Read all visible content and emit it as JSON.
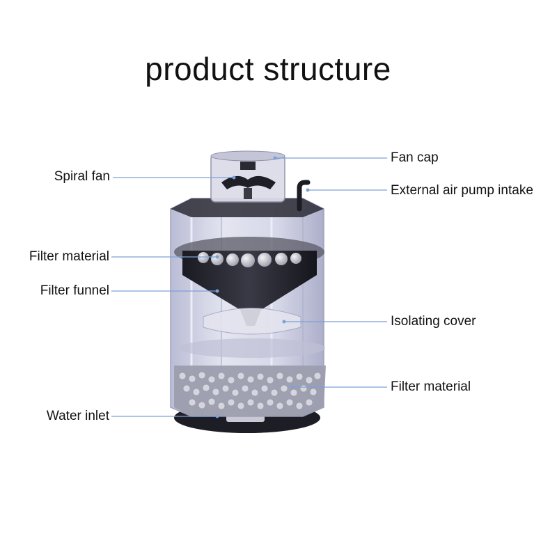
{
  "title": "product structure",
  "callouts": {
    "spiral_fan": "Spiral fan",
    "fan_cap": "Fan cap",
    "external_air_pump_intake": "External air pump intake",
    "filter_material_top": "Filter material",
    "filter_funnel": "Filter funnel",
    "isolating_cover": "Isolating cover",
    "filter_material_bottom": "Filter material",
    "water_inlet": "Water inlet"
  },
  "colors": {
    "leader_line": "#7da0d8",
    "housing": "#cfd1e6",
    "funnel": "#26262e",
    "media_balls": "#b9bac4"
  }
}
